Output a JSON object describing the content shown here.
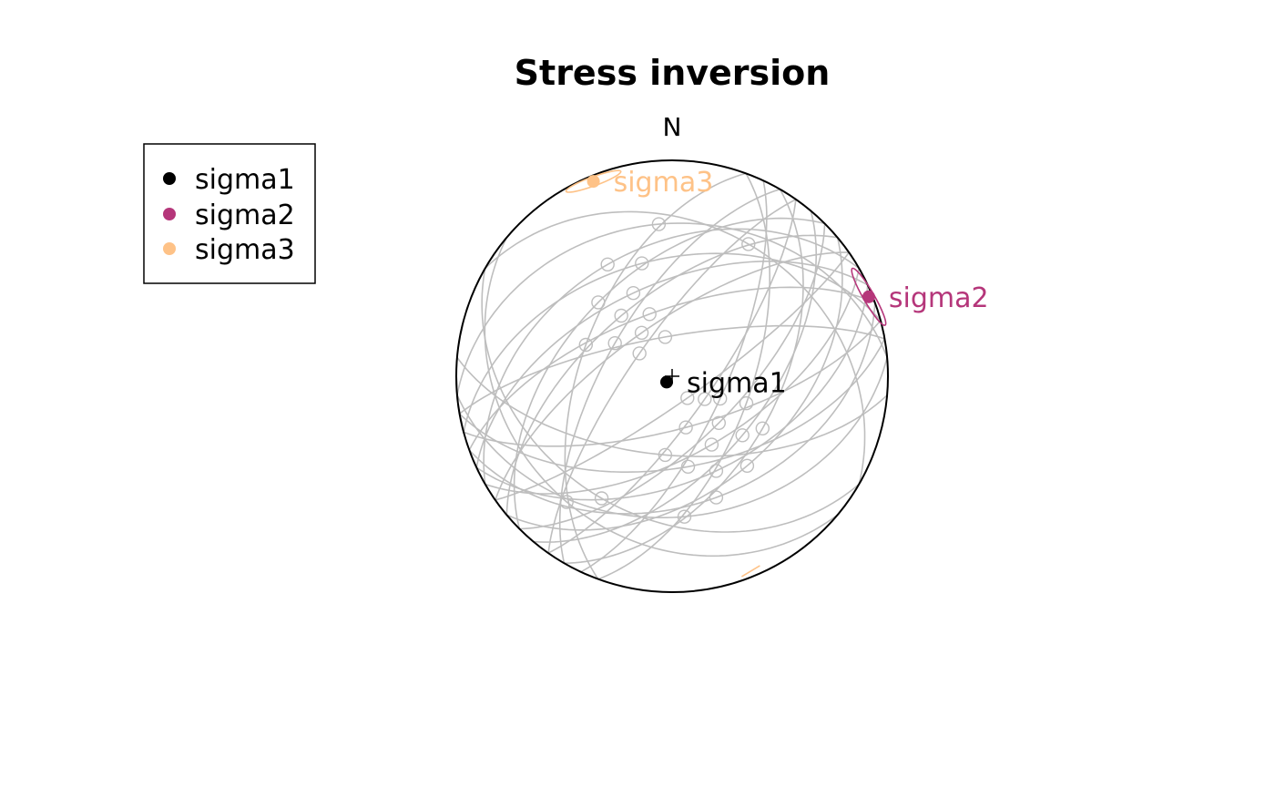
{
  "chart_data": {
    "type": "scatter",
    "projection": "stereonet (lower hemisphere)",
    "title": "Stress inversion",
    "north_label": "N",
    "colors": {
      "sigma1": "#000000",
      "sigma2": "#B5367A",
      "sigma3": "#FEC287",
      "faults": "#BEBEBE",
      "primitive": "#000000"
    },
    "legend": {
      "position": "top-left",
      "entries": [
        {
          "label": "sigma1",
          "color": "#000000"
        },
        {
          "label": "sigma2",
          "color": "#B5367A"
        },
        {
          "label": "sigma3",
          "color": "#FEC287"
        }
      ]
    },
    "principal_axes": [
      {
        "name": "sigma1",
        "trend": 223,
        "plunge": 87
      },
      {
        "name": "sigma2",
        "trend": 68,
        "plunge": 2
      },
      {
        "name": "sigma3",
        "trend": 338,
        "plunge": 3
      }
    ],
    "fault_planes": [
      {
        "strike": 20,
        "dip": 60
      },
      {
        "strike": 25,
        "dip": 70
      },
      {
        "strike": 30,
        "dip": 50
      },
      {
        "strike": 35,
        "dip": 75
      },
      {
        "strike": 40,
        "dip": 55
      },
      {
        "strike": 45,
        "dip": 65
      },
      {
        "strike": 50,
        "dip": 45
      },
      {
        "strike": 55,
        "dip": 80
      },
      {
        "strike": 60,
        "dip": 60
      },
      {
        "strike": 65,
        "dip": 50
      },
      {
        "strike": 70,
        "dip": 40
      },
      {
        "strike": 75,
        "dip": 70
      },
      {
        "strike": 80,
        "dip": 55
      },
      {
        "strike": 85,
        "dip": 35
      },
      {
        "strike": 95,
        "dip": 60
      },
      {
        "strike": 200,
        "dip": 55
      },
      {
        "strike": 210,
        "dip": 65
      },
      {
        "strike": 215,
        "dip": 75
      },
      {
        "strike": 225,
        "dip": 50
      },
      {
        "strike": 230,
        "dip": 60
      },
      {
        "strike": 235,
        "dip": 70
      },
      {
        "strike": 240,
        "dip": 40
      },
      {
        "strike": 245,
        "dip": 55
      },
      {
        "strike": 250,
        "dip": 65
      },
      {
        "strike": 255,
        "dip": 45
      },
      {
        "strike": 260,
        "dip": 75
      },
      {
        "strike": 265,
        "dip": 30
      },
      {
        "strike": 120,
        "dip": 35
      },
      {
        "strike": 130,
        "dip": 25
      },
      {
        "strike": 300,
        "dip": 30
      }
    ]
  }
}
